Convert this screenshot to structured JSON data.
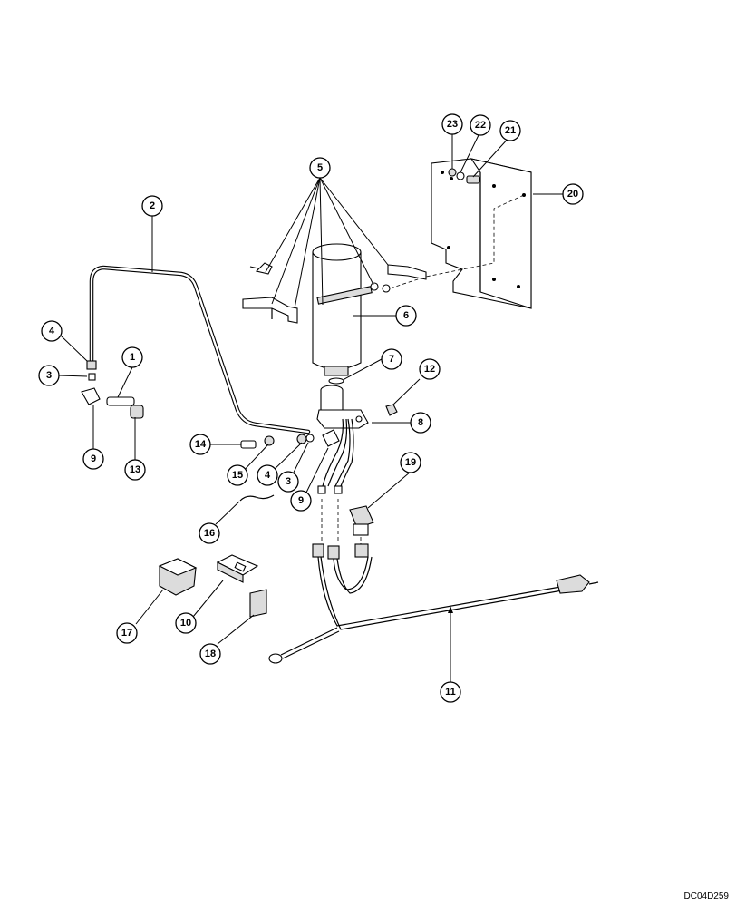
{
  "doc_code": "DC04D259",
  "callouts": [
    {
      "id": "c23",
      "label": "23"
    },
    {
      "id": "c22",
      "label": "22"
    },
    {
      "id": "c21",
      "label": "21"
    },
    {
      "id": "c20",
      "label": "20"
    },
    {
      "id": "c5",
      "label": "5"
    },
    {
      "id": "c2",
      "label": "2"
    },
    {
      "id": "c6",
      "label": "6"
    },
    {
      "id": "c4a",
      "label": "4"
    },
    {
      "id": "c3a",
      "label": "3"
    },
    {
      "id": "c1",
      "label": "1"
    },
    {
      "id": "c9a",
      "label": "9"
    },
    {
      "id": "c13",
      "label": "13"
    },
    {
      "id": "c7",
      "label": "7"
    },
    {
      "id": "c12",
      "label": "12"
    },
    {
      "id": "c8",
      "label": "8"
    },
    {
      "id": "c14",
      "label": "14"
    },
    {
      "id": "c15",
      "label": "15"
    },
    {
      "id": "c4b",
      "label": "4"
    },
    {
      "id": "c3b",
      "label": "3"
    },
    {
      "id": "c9b",
      "label": "9"
    },
    {
      "id": "c19",
      "label": "19"
    },
    {
      "id": "c16",
      "label": "16"
    },
    {
      "id": "c17",
      "label": "17"
    },
    {
      "id": "c10",
      "label": "10"
    },
    {
      "id": "c18",
      "label": "18"
    },
    {
      "id": "c11",
      "label": "11"
    }
  ]
}
